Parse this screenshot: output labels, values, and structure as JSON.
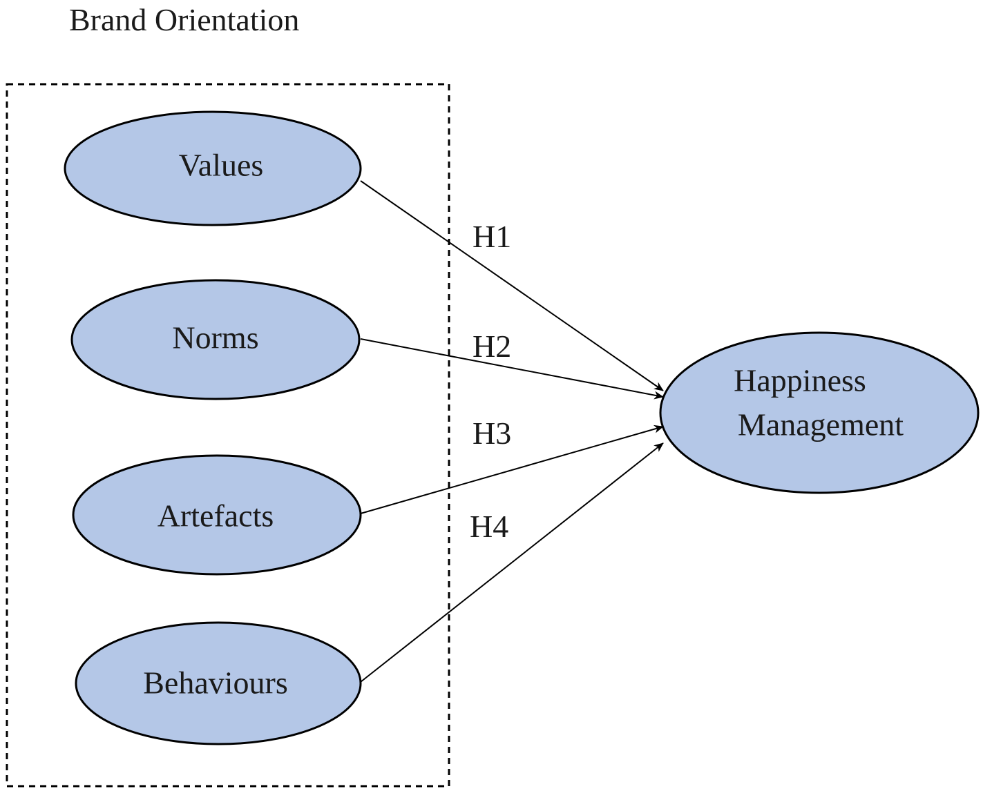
{
  "group": {
    "title": "Brand Orientation"
  },
  "constructs": [
    {
      "id": "values",
      "label": "Values"
    },
    {
      "id": "norms",
      "label": "Norms"
    },
    {
      "id": "artefacts",
      "label": "Artefacts"
    },
    {
      "id": "behaviours",
      "label": "Behaviours"
    }
  ],
  "outcome": {
    "label_line1": "Happiness",
    "label_line2": "Management"
  },
  "hypotheses": [
    {
      "label": "H1",
      "from": "values",
      "to": "outcome"
    },
    {
      "label": "H2",
      "from": "norms",
      "to": "outcome"
    },
    {
      "label": "H3",
      "from": "artefacts",
      "to": "outcome"
    },
    {
      "label": "H4",
      "from": "behaviours",
      "to": "outcome"
    }
  ],
  "colors": {
    "node_fill": "#b4c7e7",
    "stroke": "#000000",
    "text": "#1a1a1a"
  }
}
